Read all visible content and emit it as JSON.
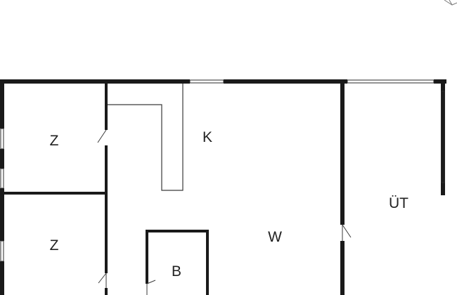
{
  "plan": {
    "rooms": {
      "bedroom_top": {
        "label": "Z"
      },
      "bedroom_bottom": {
        "label": "Z"
      },
      "kitchen": {
        "label": "K"
      },
      "living": {
        "label": "W"
      },
      "bathroom": {
        "label": "B"
      },
      "terrace": {
        "label": "ÜT"
      }
    },
    "colors": {
      "wall": "#1a1a1a",
      "thin_line": "#3a3a3a",
      "background": "#ffffff"
    }
  }
}
